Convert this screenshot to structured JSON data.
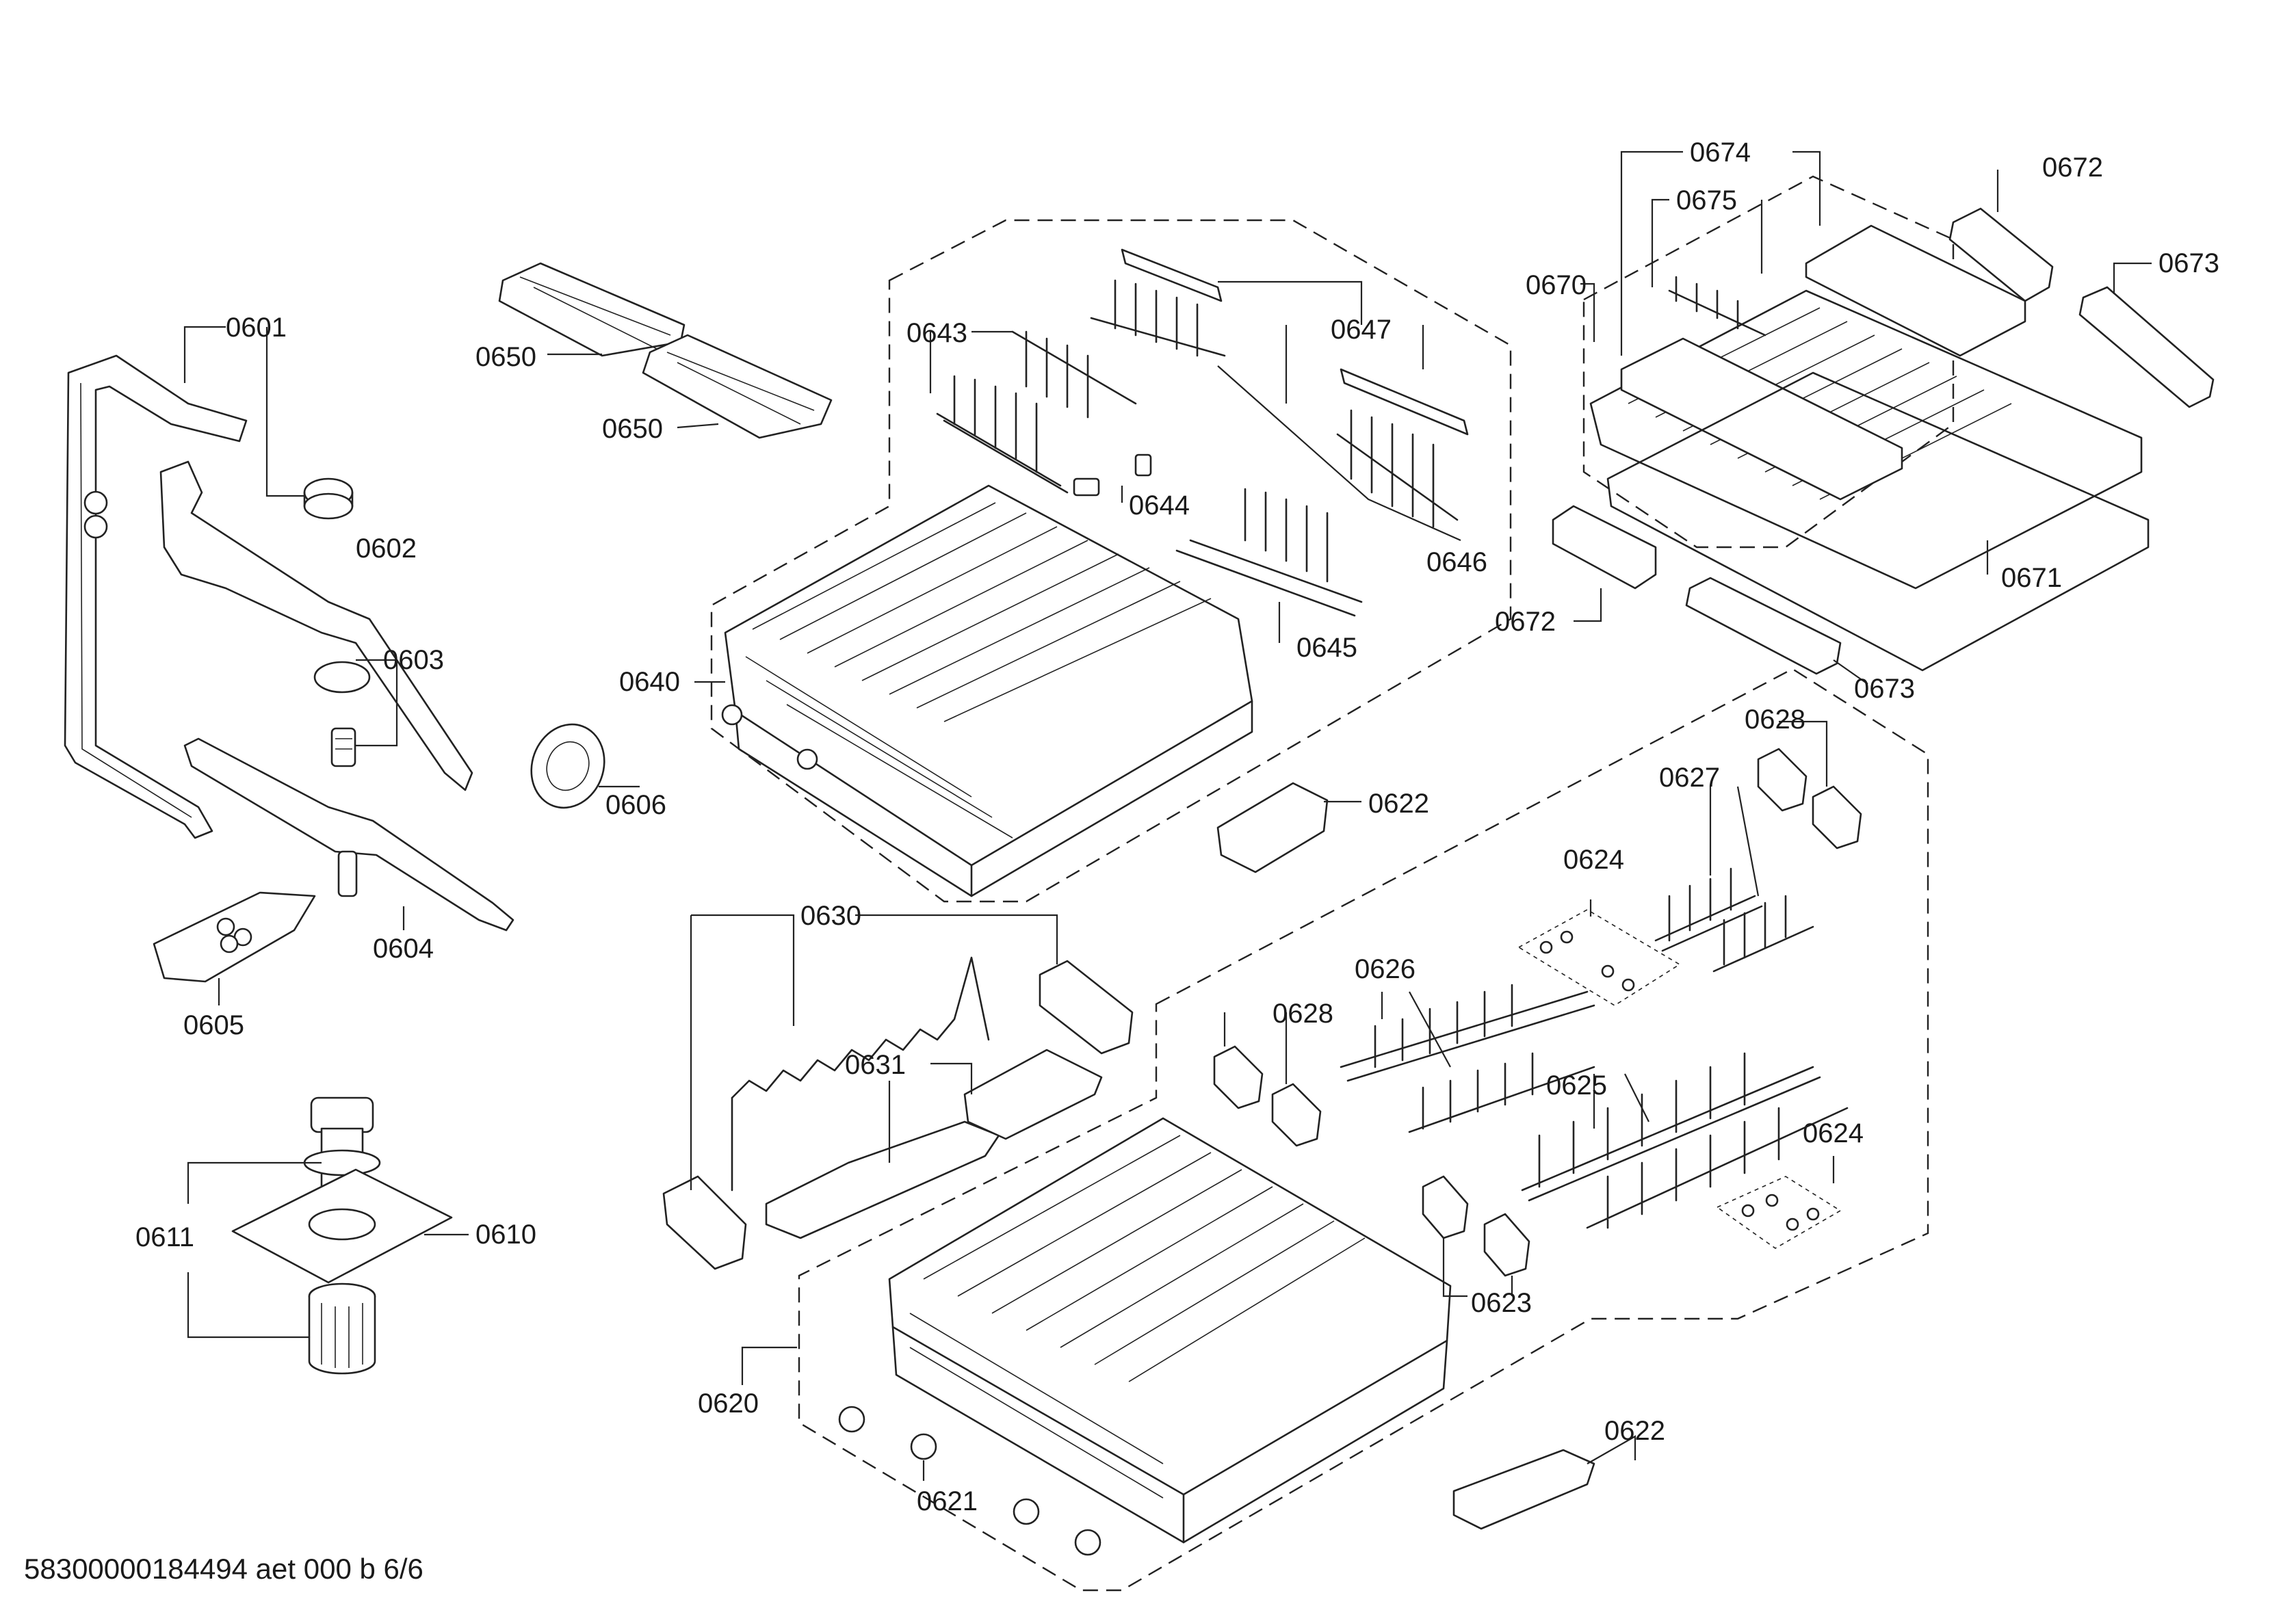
{
  "labels": [
    {
      "id": "0601",
      "text": "0601"
    },
    {
      "id": "0602",
      "text": "0602"
    },
    {
      "id": "0603",
      "text": "0603"
    },
    {
      "id": "0604",
      "text": "0604"
    },
    {
      "id": "0605",
      "text": "0605"
    },
    {
      "id": "0606",
      "text": "0606"
    },
    {
      "id": "0610",
      "text": "0610"
    },
    {
      "id": "0611",
      "text": "0611"
    },
    {
      "id": "0620",
      "text": "0620"
    },
    {
      "id": "0621",
      "text": "0621"
    },
    {
      "id": "0622a",
      "text": "0622"
    },
    {
      "id": "0622b",
      "text": "0622"
    },
    {
      "id": "0623",
      "text": "0623"
    },
    {
      "id": "0624a",
      "text": "0624"
    },
    {
      "id": "0624b",
      "text": "0624"
    },
    {
      "id": "0625",
      "text": "0625"
    },
    {
      "id": "0626",
      "text": "0626"
    },
    {
      "id": "0627",
      "text": "0627"
    },
    {
      "id": "0628a",
      "text": "0628"
    },
    {
      "id": "0628b",
      "text": "0628"
    },
    {
      "id": "0630",
      "text": "0630"
    },
    {
      "id": "0631",
      "text": "0631"
    },
    {
      "id": "0640",
      "text": "0640"
    },
    {
      "id": "0643",
      "text": "0643"
    },
    {
      "id": "0644",
      "text": "0644"
    },
    {
      "id": "0645",
      "text": "0645"
    },
    {
      "id": "0646",
      "text": "0646"
    },
    {
      "id": "0647",
      "text": "0647"
    },
    {
      "id": "0650a",
      "text": "0650"
    },
    {
      "id": "0650b",
      "text": "0650"
    },
    {
      "id": "0670",
      "text": "0670"
    },
    {
      "id": "0671",
      "text": "0671"
    },
    {
      "id": "0672a",
      "text": "0672"
    },
    {
      "id": "0672b",
      "text": "0672"
    },
    {
      "id": "0673a",
      "text": "0673"
    },
    {
      "id": "0673b",
      "text": "0673"
    },
    {
      "id": "0674",
      "text": "0674"
    },
    {
      "id": "0675",
      "text": "0675"
    }
  ],
  "footer": {
    "document_id": "58300000184494 aet 000 b 6/6"
  }
}
